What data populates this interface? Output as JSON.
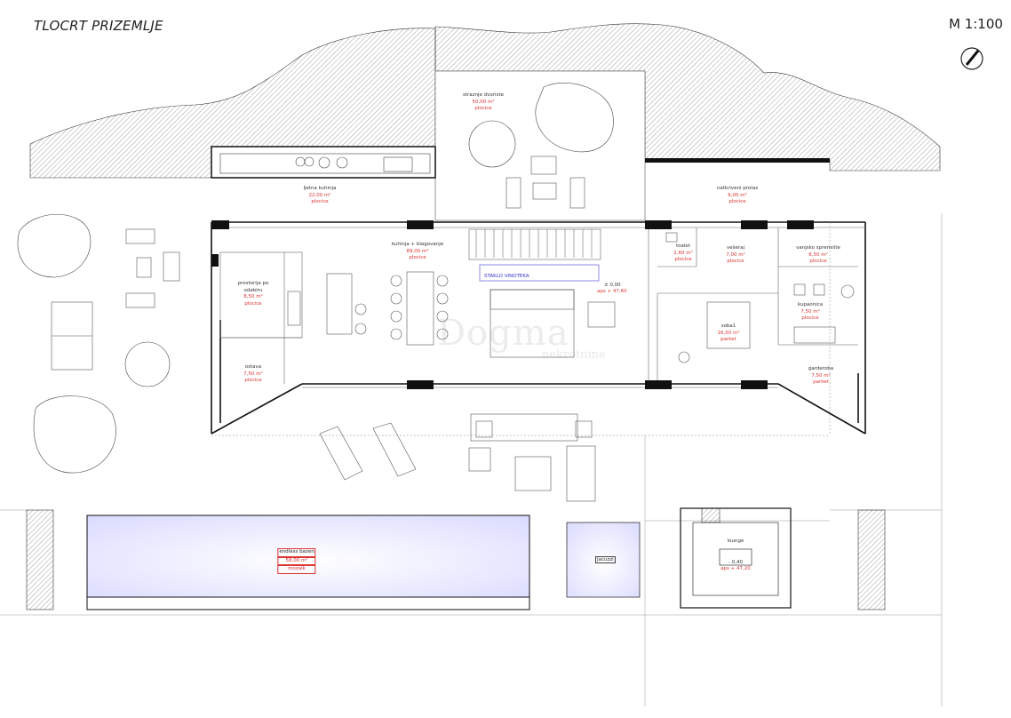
{
  "header": {
    "title": "TLOCRT PRIZEMLJE",
    "scale": "M 1:100"
  },
  "watermark": {
    "brand": "Dogma",
    "sub": "nekretnine"
  },
  "rooms": [
    {
      "id": "stra",
      "name": "straznje dvoriste",
      "area": "50,00 m²",
      "surface": "plocice"
    },
    {
      "id": "ljet",
      "name": "ljetna kuhinja",
      "area": "22,00 m²",
      "surface": "plocice"
    },
    {
      "id": "nat",
      "name": "natkriveni prolaz",
      "area": "6,00 m²",
      "surface": "plocice"
    },
    {
      "id": "kuh",
      "name": "kuhinja + blagovanje",
      "area": "89,00 m²",
      "surface": "plocice"
    },
    {
      "id": "toal",
      "name": "toalet",
      "area": "2,60 m²",
      "surface": "plocice"
    },
    {
      "id": "ves",
      "name": "vešeraj",
      "area": "7,00 m²",
      "surface": "plocice"
    },
    {
      "id": "van",
      "name": "vanjsko spremište",
      "area": "6,50 m²",
      "surface": "plocice"
    },
    {
      "id": "pros",
      "name": "prostorija po odabiru",
      "area": "8,50 m²",
      "surface": "plocice"
    },
    {
      "id": "kup",
      "name": "kupaonica",
      "area": "7,50 m²",
      "surface": "plocice"
    },
    {
      "id": "sob",
      "name": "soba1",
      "area": "16,50 m²",
      "surface": "parket"
    },
    {
      "id": "ost",
      "name": "ostava",
      "area": "7,50 m²",
      "surface": "plocice"
    },
    {
      "id": "gard",
      "name": "garderoba",
      "area": "7,50 m²",
      "surface": "parket"
    },
    {
      "id": "lou",
      "name": "lounge",
      "area": "- 0,40",
      "surface": "aps + 47,20"
    }
  ],
  "labels": {
    "vinoteka": "STAKLO VINOTEKA",
    "level": "± 0,00",
    "level_abs": "aps + 47,60",
    "pool_name": "endless bazen",
    "pool_area": "58,00 m²",
    "pool_surface": "mozaik",
    "jacuzzi": "jacuzzi"
  },
  "colors": {
    "wall": "#111111",
    "line": "#555555",
    "area_text": "#dd3333",
    "pool": "#e8e8ff",
    "hatch": "#444444"
  }
}
